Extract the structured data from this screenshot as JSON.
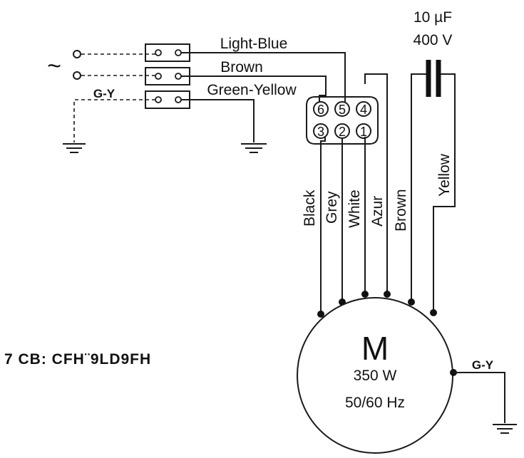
{
  "capacitor": {
    "capacitance": "10 µF",
    "voltage": "400 V"
  },
  "supply": {
    "ac_symbol": "~",
    "earth_label": "G-Y"
  },
  "wires": {
    "light_blue": "Light-Blue",
    "brown": "Brown",
    "green_yellow": "Green-Yellow"
  },
  "connector": {
    "pins_top": [
      "6",
      "5",
      "4"
    ],
    "pins_bottom": [
      "3",
      "2",
      "1"
    ]
  },
  "motor_leads": [
    "Black",
    "Grey",
    "White",
    "Azur",
    "Brown"
  ],
  "capacitor_lead": "Yellow",
  "motor": {
    "symbol": "M",
    "power": "350 W",
    "frequency": "50/60 Hz",
    "earth_label": "G-Y"
  },
  "caption": "7 CB: CFH¨9LD9FH",
  "colors": {
    "line": "#1a1a1a",
    "background": "#ffffff"
  }
}
